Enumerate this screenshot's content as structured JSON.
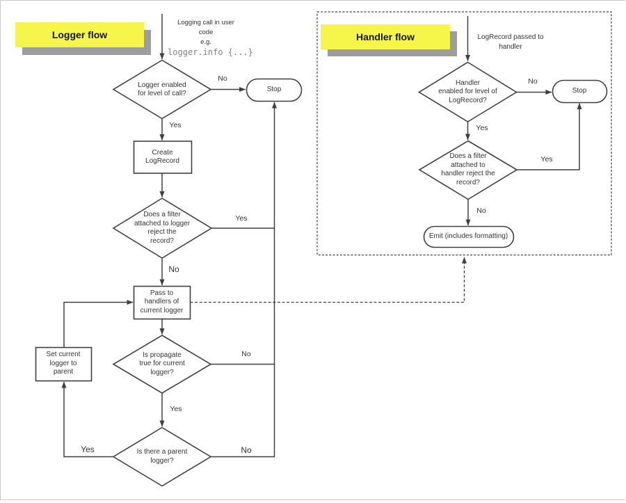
{
  "colors": {
    "accent-yellow": "#f5f54a",
    "sticky-shadow": "#9d9d9d",
    "line": "#3f3f3f",
    "text": "#333333",
    "code-gray": "#838383",
    "frame": "#c9c9c9"
  },
  "logger_flow": {
    "title": "Logger flow",
    "entry_note_lines": [
      "Logging call in user",
      "code",
      "e.g."
    ],
    "entry_code": "logger.info {...}",
    "nodes": {
      "level_check": [
        "Logger enabled",
        "for level of call?"
      ],
      "stop": "Stop",
      "create_record": [
        "Create",
        "LogRecord"
      ],
      "filter_check": [
        "Does a filter",
        "attached to logger",
        "reject the",
        "record?"
      ],
      "pass_to_handlers": [
        "Pass to",
        "handlers of",
        "current logger"
      ],
      "propagate_check": [
        "Is propagate",
        "true for current",
        "logger?"
      ],
      "set_current_logger": [
        "Set current",
        "logger to",
        "parent"
      ],
      "parent_check": [
        "Is there a parent",
        "logger?"
      ]
    },
    "edge_labels": {
      "level_no": "No",
      "level_yes": "Yes",
      "filter_yes": "Yes",
      "filter_no": "No",
      "propagate_no": "No",
      "propagate_yes": "Yes",
      "parent_yes": "Yes",
      "parent_no": "No"
    }
  },
  "handler_flow": {
    "title": "Handler flow",
    "entry_note_lines": [
      "LogRecord passed to",
      "handler"
    ],
    "nodes": {
      "level_check": [
        "Handler",
        "enabled for level of",
        "LogRecord?"
      ],
      "stop": "Stop",
      "filter_check": [
        "Does a filter",
        "attached to",
        "handler reject the",
        "record?"
      ],
      "emit": "Emit (includes formatting)"
    },
    "edge_labels": {
      "level_no": "No",
      "level_yes": "Yes",
      "filter_yes": "Yes",
      "filter_no": "No"
    }
  }
}
